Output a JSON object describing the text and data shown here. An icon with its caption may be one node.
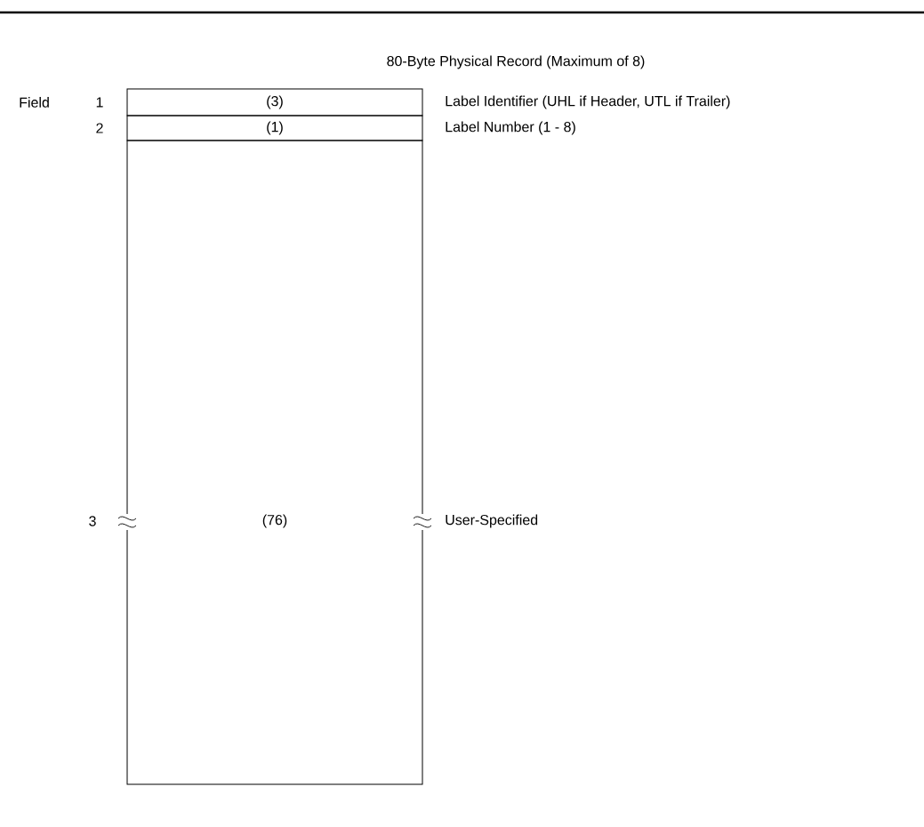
{
  "diagram": {
    "title": "80-Byte Physical Record (Maximum of 8)",
    "nodes": [
      {
        "text": [
          "(3)"
        ]
      },
      {
        "text": [
          "(1)"
        ]
      },
      {
        "text": [
          "(76)"
        ]
      }
    ],
    "edges": [],
    "labels": [
      "Field",
      "1",
      "Label Identifier (UHL if Header, UTL if Trailer)",
      "2",
      "Label Number (1 - 8)",
      "3",
      "User-Specified"
    ]
  }
}
